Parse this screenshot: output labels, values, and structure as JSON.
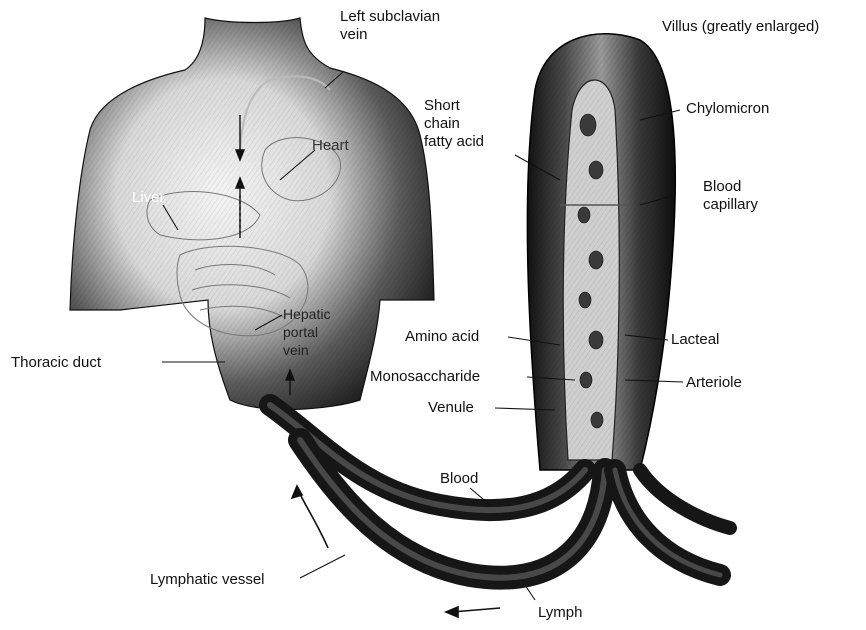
{
  "labels": {
    "villus_title": "Villus (greatly enlarged)",
    "left_subclavian_vein": "Left subclavian\nvein",
    "heart": "Heart",
    "short_chain_fatty_acid": "Short\nchain\nfatty acid",
    "chylomicron": "Chylomicron",
    "blood_capillary": "Blood\ncapillary",
    "liver": "Liver",
    "hepatic_portal_vein": "Hepatic\nportal\nvein",
    "amino_acid": "Amino acid",
    "lacteal": "Lacteal",
    "thoracic_duct": "Thoracic duct",
    "monosaccharide": "Monosaccharide",
    "arteriole": "Arteriole",
    "venule": "Venule",
    "blood": "Blood",
    "lymphatic_vessel": "Lymphatic vessel",
    "lymph": "Lymph"
  },
  "colors": {
    "ink": "#111111",
    "torso_dark": "#1e1e1e",
    "torso_light": "#e9e9e9",
    "vessel_dark": "#1a1a1a",
    "paper": "#ffffff"
  }
}
